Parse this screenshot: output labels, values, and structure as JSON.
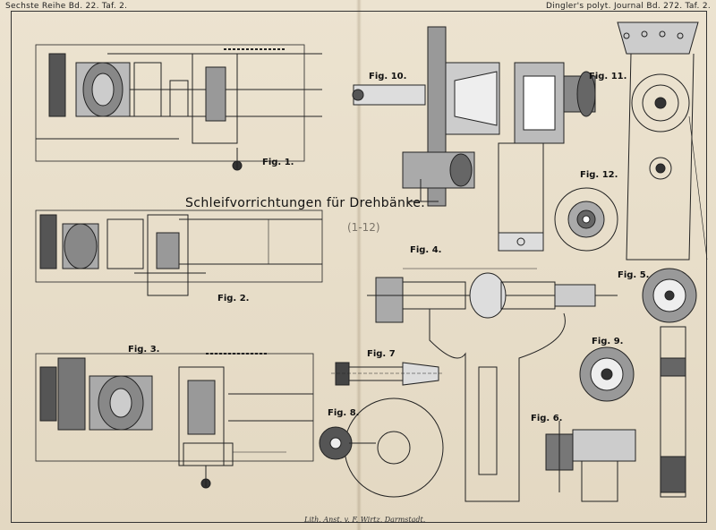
{
  "header": {
    "left": "Sechste Reihe Bd. 22. Taf. 2.",
    "right": "Dingler's polyt. Journal Bd. 272. Taf. 2."
  },
  "title": "Schleifvorrichtungen für Drehbänke.",
  "pencil_note": "(1-12)",
  "figures": {
    "fig1": "Fig. 1.",
    "fig2": "Fig. 2.",
    "fig3": "Fig. 3.",
    "fig4": "Fig. 4.",
    "fig5": "Fig. 5.",
    "fig6": "Fig. 6.",
    "fig7": "Fig. 7",
    "fig8": "Fig. 8.",
    "fig9": "Fig. 9.",
    "fig10": "Fig. 10.",
    "fig11": "Fig. 11.",
    "fig12": "Fig. 12."
  },
  "footer": "Lith. Anst. v. F. Wirtz, Darmstadt."
}
